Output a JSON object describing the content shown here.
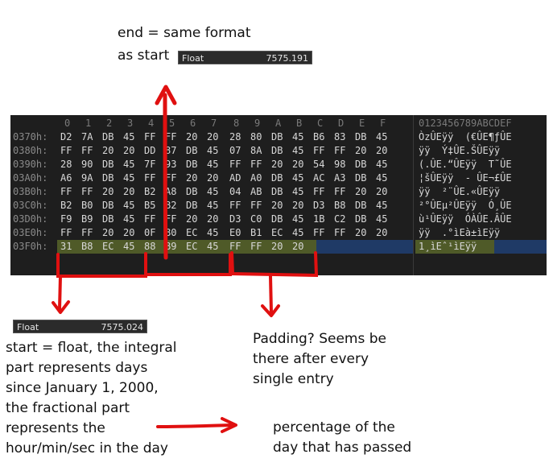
{
  "notes": {
    "end_line1": "end = same format",
    "end_line2": "as start",
    "start_text": "start = float, the integral\npart represents days\nsince January 1, 2000,\nthe fractional part\nrepresents the\nhour/min/sec in the day",
    "padding_text": "Padding? Seems be\nthere after every\nsingle entry",
    "percentage_text": "percentage of the\nday that has passed"
  },
  "float_end": {
    "label": "Float",
    "value": "7575.191"
  },
  "float_start": {
    "label": "Float",
    "value": "7575.024"
  },
  "hex": {
    "columns": [
      "0",
      "1",
      "2",
      "3",
      "4",
      "5",
      "6",
      "7",
      "8",
      "9",
      "A",
      "B",
      "C",
      "D",
      "E",
      "F"
    ],
    "ascii_header": "0123456789ABCDEF",
    "rows": [
      {
        "offset": "0370h:",
        "bytes": [
          "D2",
          "7A",
          "DB",
          "45",
          "FF",
          "FF",
          "20",
          "20",
          "28",
          "80",
          "DB",
          "45",
          "B6",
          "83",
          "DB",
          "45"
        ],
        "ascii": "ÒzÛEÿÿ  (€ÛE¶ƒÛE"
      },
      {
        "offset": "0380h:",
        "bytes": [
          "FF",
          "FF",
          "20",
          "20",
          "DD",
          "87",
          "DB",
          "45",
          "07",
          "8A",
          "DB",
          "45",
          "FF",
          "FF",
          "20",
          "20"
        ],
        "ascii": "ÿÿ  Ý‡ÛE.ŠÛEÿÿ  "
      },
      {
        "offset": "0390h:",
        "bytes": [
          "28",
          "90",
          "DB",
          "45",
          "7F",
          "93",
          "DB",
          "45",
          "FF",
          "FF",
          "20",
          "20",
          "54",
          "98",
          "DB",
          "45"
        ],
        "ascii": "(.ÛE.“ÛEÿÿ  T˜ÛE"
      },
      {
        "offset": "03A0h:",
        "bytes": [
          "A6",
          "9A",
          "DB",
          "45",
          "FF",
          "FF",
          "20",
          "20",
          "AD",
          "A0",
          "DB",
          "45",
          "AC",
          "A3",
          "DB",
          "45"
        ],
        "ascii": "¦šÛEÿÿ  - ÛE¬£ÛE"
      },
      {
        "offset": "03B0h:",
        "bytes": [
          "FF",
          "FF",
          "20",
          "20",
          "B2",
          "A8",
          "DB",
          "45",
          "04",
          "AB",
          "DB",
          "45",
          "FF",
          "FF",
          "20",
          "20"
        ],
        "ascii": "ÿÿ  ²¨ÛE.«ÛEÿÿ  "
      },
      {
        "offset": "03C0h:",
        "bytes": [
          "B2",
          "B0",
          "DB",
          "45",
          "B5",
          "B2",
          "DB",
          "45",
          "FF",
          "FF",
          "20",
          "20",
          "D3",
          "B8",
          "DB",
          "45"
        ],
        "ascii": "²°ÛEµ²ÛEÿÿ  Ó¸ÛE"
      },
      {
        "offset": "03D0h:",
        "bytes": [
          "F9",
          "B9",
          "DB",
          "45",
          "FF",
          "FF",
          "20",
          "20",
          "D3",
          "C0",
          "DB",
          "45",
          "1B",
          "C2",
          "DB",
          "45"
        ],
        "ascii": "ù¹ÛEÿÿ  ÓÀÛE.ÂÛE"
      },
      {
        "offset": "03E0h:",
        "bytes": [
          "FF",
          "FF",
          "20",
          "20",
          "0F",
          "B0",
          "EC",
          "45",
          "E0",
          "B1",
          "EC",
          "45",
          "FF",
          "FF",
          "20",
          "20"
        ],
        "ascii": "ÿÿ  .°ìEà±ìEÿÿ  "
      },
      {
        "offset": "03F0h:",
        "bytes": [
          "31",
          "B8",
          "EC",
          "45",
          "88",
          "B9",
          "EC",
          "45",
          "FF",
          "FF",
          "20",
          "20"
        ],
        "ascii": "1¸ìEˆ¹ìEÿÿ  "
      }
    ]
  },
  "colors": {
    "highlight": "#4f5a28",
    "tail": "#1f3a66",
    "annotation": "#e01010"
  }
}
